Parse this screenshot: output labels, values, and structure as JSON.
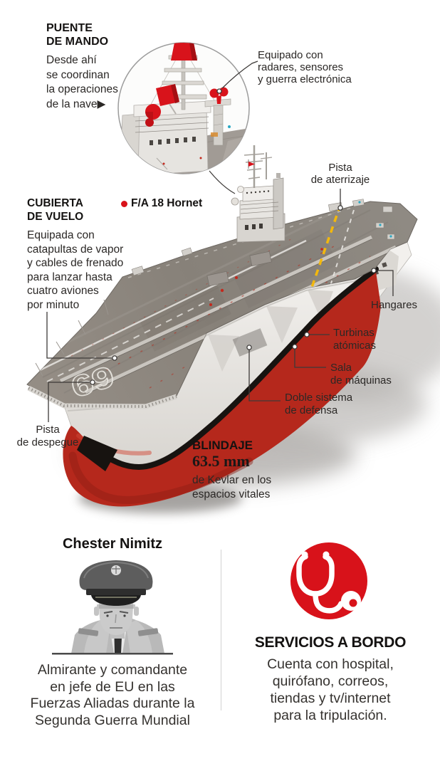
{
  "colors": {
    "accent_red": "#d8121a",
    "hull_red": "#b5281c",
    "deck_gray": "#8a847d",
    "text": "#2b2826",
    "leader_line": "#3d3a38"
  },
  "top": {
    "puente": {
      "title": [
        "PUENTE",
        "DE MANDO"
      ],
      "body": [
        "Desde ahí",
        "se coordinan",
        "la operaciones",
        "de la nave▶"
      ]
    },
    "equipado": {
      "lines": [
        "Equipado con",
        "radares, sensores",
        "y guerra electrónica"
      ]
    },
    "hornet_legend": {
      "label": "F/A 18 Hornet"
    }
  },
  "ship_labels": {
    "pista_aterrizaje": {
      "lines": [
        "Pista",
        "de aterrizaje"
      ]
    },
    "cubierta": {
      "title": [
        "CUBIERTA",
        "DE VUELO"
      ],
      "body": [
        "Equipada con",
        "catapultas de vapor",
        "y cables de frenado",
        "para lanzar hasta",
        "cuatro aviones",
        "por minuto"
      ]
    },
    "hangares": {
      "label": "Hangares"
    },
    "turbinas": {
      "lines": [
        "Turbinas",
        "atómicas"
      ]
    },
    "sala": {
      "lines": [
        "Sala",
        "de máquinas"
      ]
    },
    "doble": {
      "lines": [
        "Doble sistema",
        "de defensa"
      ]
    },
    "pista_despegue": {
      "lines": [
        "Pista",
        "de despegue"
      ]
    },
    "blindaje": {
      "title": "BLINDAJE",
      "value": "63.5 mm",
      "body": [
        "de Kevlar en los",
        "espacios vitales"
      ]
    },
    "hull_number": "69"
  },
  "footer": {
    "nimitz": {
      "title": "Chester Nimitz",
      "body": [
        "Almirante y comandante",
        "en jefe de EU en las",
        "Fuerzas Aliadas durante la",
        "Segunda Guerra Mundial"
      ]
    },
    "servicios": {
      "title": "SERVICIOS A BORDO",
      "body": [
        "Cuenta con hospital,",
        "quirófano, correos,",
        "tiendas y tv/internet",
        "para la tripulación."
      ]
    }
  }
}
